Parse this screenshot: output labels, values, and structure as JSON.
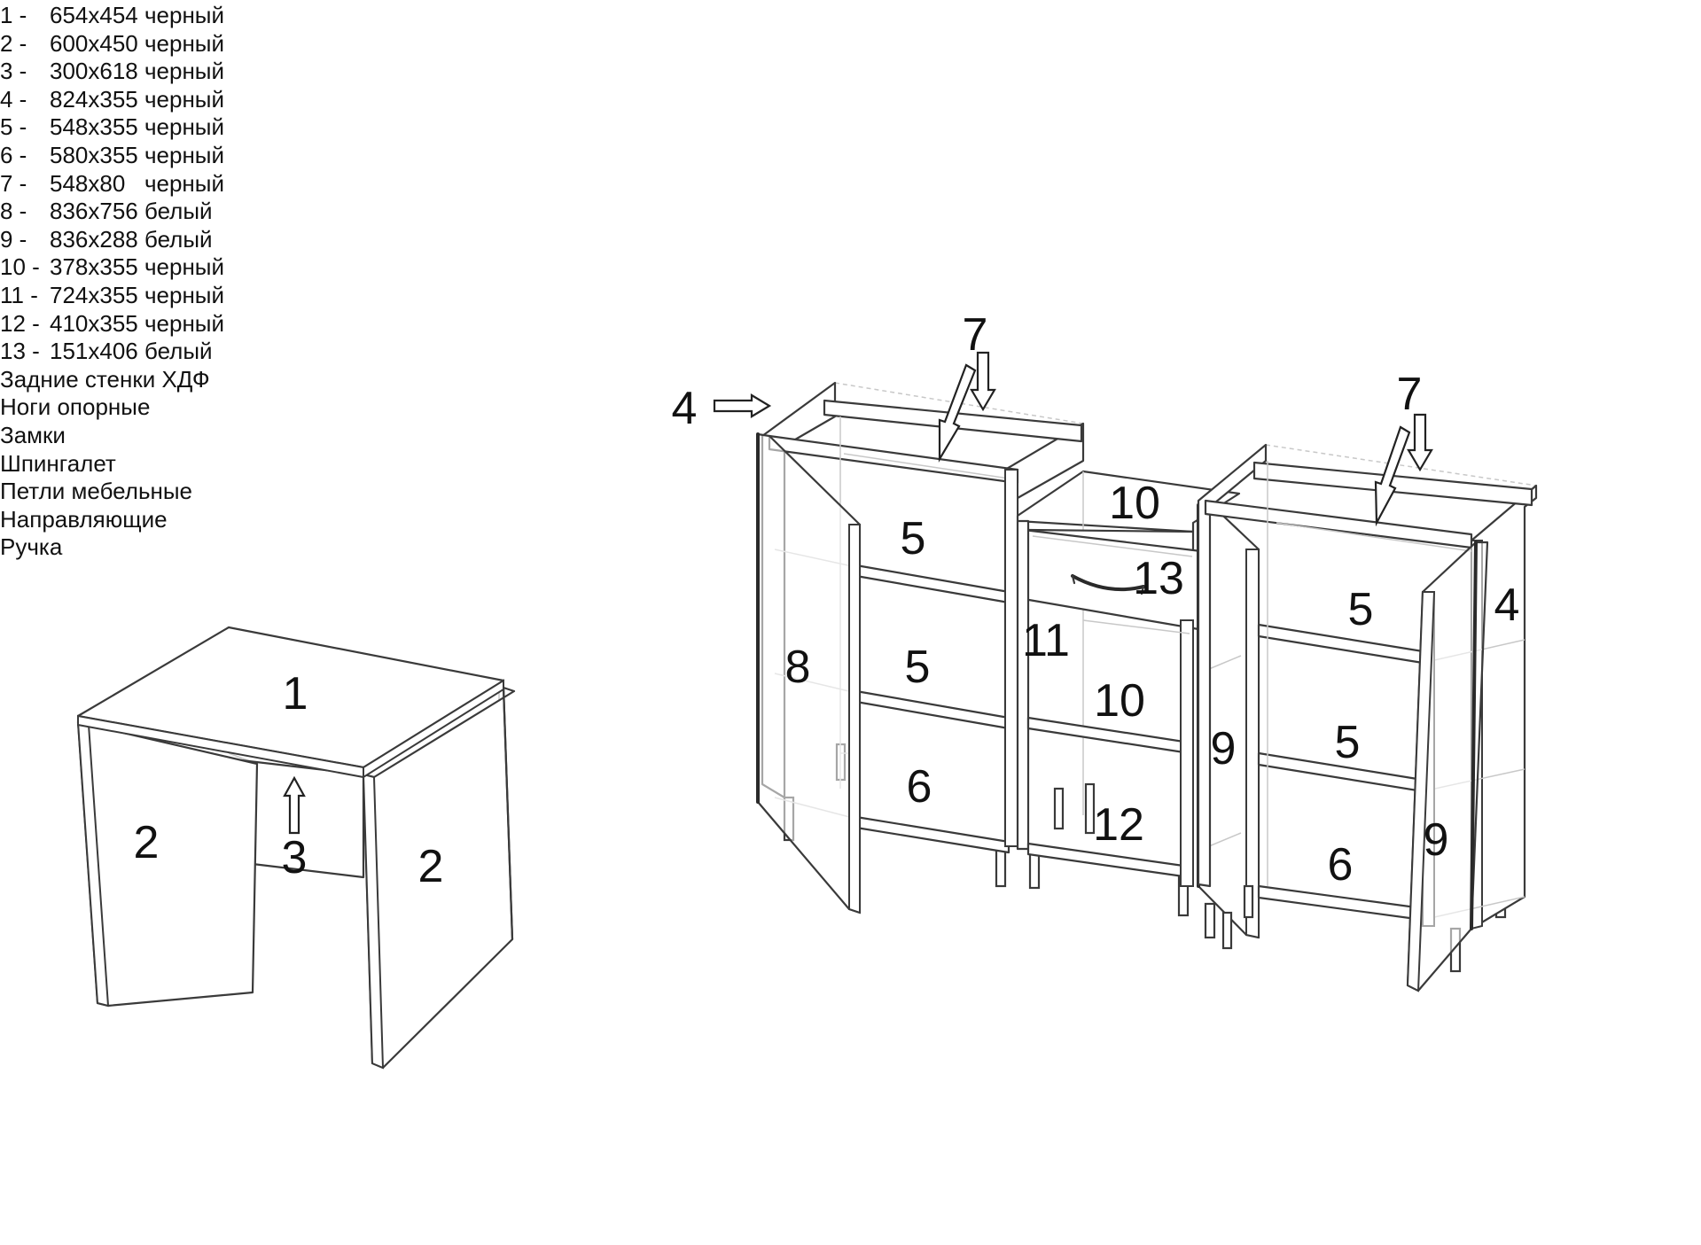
{
  "legend": [
    {
      "num": "1 -",
      "text": "654x454 черный"
    },
    {
      "num": "2 -",
      "text": "600x450 черный"
    },
    {
      "num": "3 -",
      "text": "300x618 черный"
    },
    {
      "num": "4 -",
      "text": "824x355 черный"
    },
    {
      "num": "5 -",
      "text": "548x355 черный"
    },
    {
      "num": "6 -",
      "text": "580x355 черный"
    },
    {
      "num": "7 -",
      "text": "548x80   черный"
    },
    {
      "num": "8 -",
      "text": "836x756 белый"
    },
    {
      "num": "9 -",
      "text": "836x288 белый"
    },
    {
      "num": "10 -",
      "text": "378x355 черный"
    },
    {
      "num": "11 -",
      "text": "724x355 черный"
    },
    {
      "num": "12 -",
      "text": "410x355 черный"
    },
    {
      "num": "13 -",
      "text": "151x406 белый"
    },
    {
      "num": "",
      "text": "Задние стенки ХДФ"
    },
    {
      "num": "",
      "text": "Ноги опорные"
    },
    {
      "num": "",
      "text": "Замки"
    },
    {
      "num": "",
      "text": "Шпингалет"
    },
    {
      "num": "",
      "text": "Петли мебельные"
    },
    {
      "num": "",
      "text": "Направляющие"
    },
    {
      "num": "",
      "text": "Ручка"
    }
  ],
  "labels": {
    "table_top": "1",
    "table_side_left": "2",
    "table_side_right": "2",
    "table_back": "3",
    "left_side": "4",
    "right_side": "4",
    "left_top_rail": "7",
    "right_top_rail": "7",
    "left_shelf_top": "5",
    "left_shelf_mid": "5",
    "left_bottom": "6",
    "left_door": "8",
    "mid_top": "10",
    "mid_shelf": "10",
    "mid_drawer": "13",
    "mid_divider": "11",
    "mid_bottom": "12",
    "mid_door": "9",
    "right_shelf_top": "5",
    "right_shelf_mid": "5",
    "right_bottom": "6",
    "right_door": "9"
  }
}
